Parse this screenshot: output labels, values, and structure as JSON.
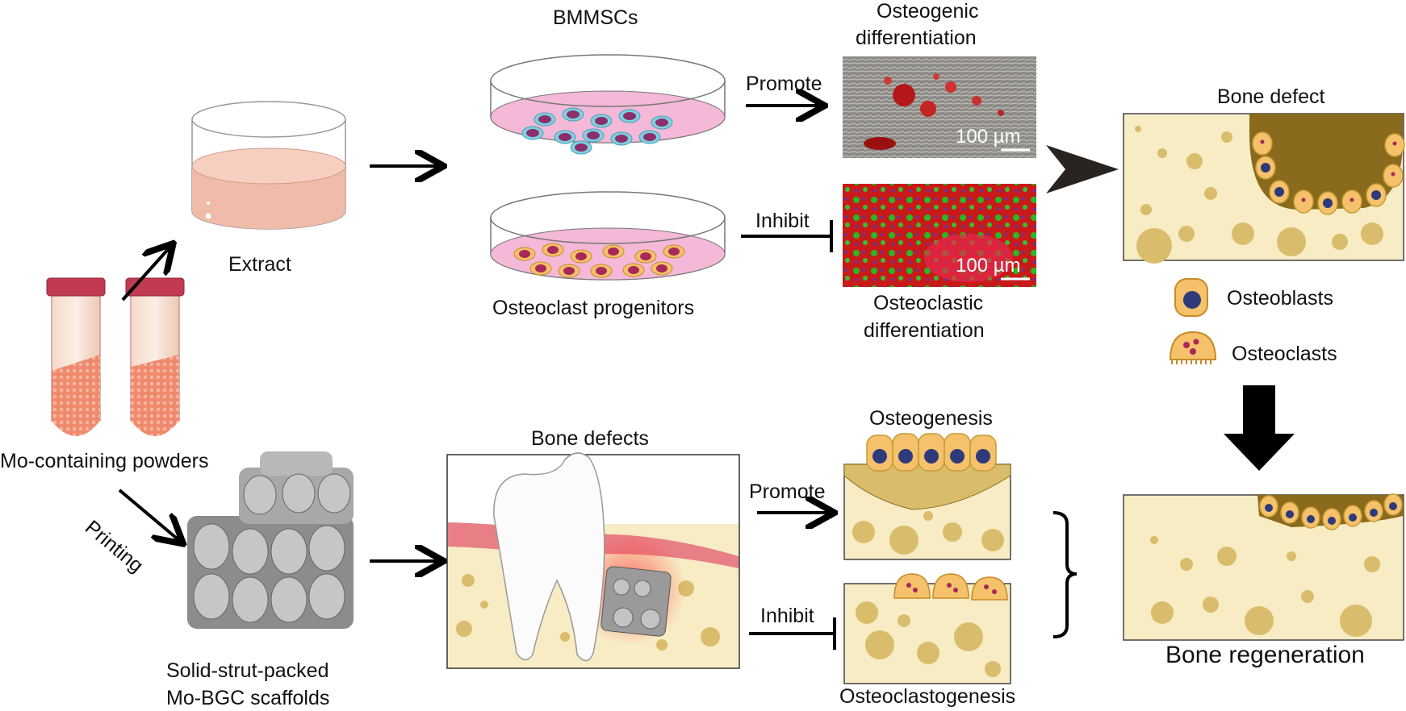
{
  "labels": {
    "bmmscs": "BMMSCs",
    "osteogenic_diff_1": "Osteogenic",
    "osteogenic_diff_2": "differentiation",
    "promote_top": "Promote",
    "inhibit_top": "Inhibit",
    "extract": "Extract",
    "osteoclast_progenitors": "Osteoclast progenitors",
    "osteoclastic_diff_1": "Osteoclastic",
    "osteoclastic_diff_2": "differentiation",
    "bone_defect": "Bone defect",
    "osteoblasts": "Osteoblasts",
    "osteoclasts": "Osteoclasts",
    "mo_powders": "Mo-containing powders",
    "printing": "Printing",
    "scaffold_1": "Solid-strut-packed",
    "scaffold_2": "Mo-BGC scaffolds",
    "bone_defects": "Bone defects",
    "promote_bottom": "Promote",
    "inhibit_bottom": "Inhibit",
    "osteogenesis": "Osteogenesis",
    "osteoclastogenesis": "Osteoclastogenesis",
    "bone_regeneration": "Bone regeneration",
    "scale_top": "100 µm",
    "scale_bottom": "100 µm"
  },
  "colors": {
    "bone": "#f7ecc4",
    "bone_spot": "#d9bd6c",
    "defect_fill": "#8a6a1c",
    "cell_orange": "#f5c16a",
    "nucleus": "#2e3a7a",
    "dish_pink": "#f4b8d8",
    "tube_cap": "#c23a52",
    "liquid": "#f2c0b0",
    "gum": "#e87f86",
    "scaffold": "#9a9a9a"
  }
}
